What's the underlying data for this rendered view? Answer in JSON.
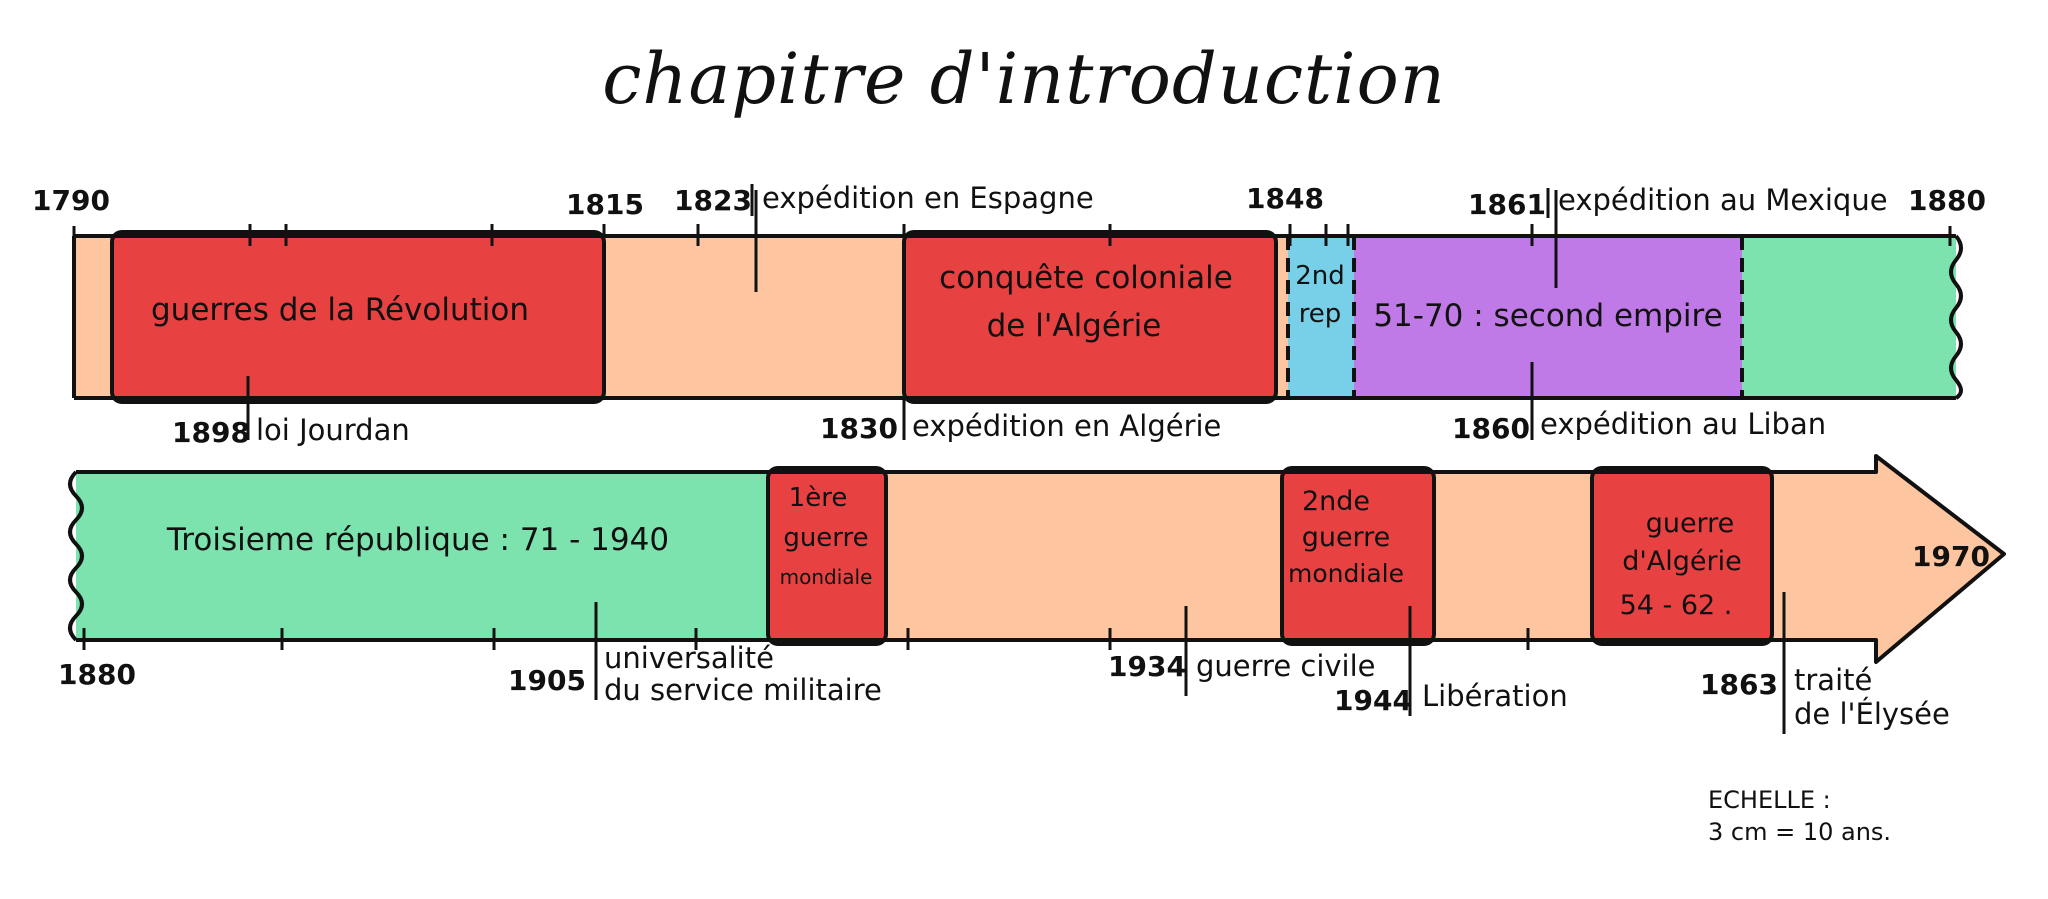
{
  "title": "chapitre d'introduction",
  "scale": {
    "line1": "ECHELLE :",
    "line2": "3 cm = 10 ans."
  },
  "colors": {
    "peach": "#fdc6a0",
    "red": "#e84141",
    "green": "#7de3ae",
    "blue": "#78cfe8",
    "purple": "#c07ae7",
    "outline": "#111111"
  },
  "timeline_top": {
    "start_label": "1790",
    "end_label": "1880",
    "blocks": [
      {
        "label_lines": [
          "guerres de la Révolution"
        ],
        "color": "red"
      },
      {
        "label_lines": [
          "conquête coloniale",
          "de l'Algérie"
        ],
        "color": "red"
      },
      {
        "label_lines": [
          "2nd",
          "rep"
        ],
        "color": "blue"
      },
      {
        "label_lines": [
          "51-70 : second empire"
        ],
        "color": "purple"
      }
    ],
    "events_above": [
      {
        "year": "1815",
        "text": ""
      },
      {
        "year": "1823",
        "text": "expédition en Espagne"
      },
      {
        "year": "1848",
        "text": ""
      },
      {
        "year": "1861",
        "text": "expédition au Mexique"
      }
    ],
    "events_below": [
      {
        "year": "1898",
        "text": "loi Jourdan"
      },
      {
        "year": "1830",
        "text": "expédition en Algérie"
      },
      {
        "year": "1860",
        "text": "expédition au Liban"
      }
    ]
  },
  "timeline_bottom": {
    "start_label": "1880",
    "end_label": "1970",
    "blocks": [
      {
        "label_lines": [
          "Troisieme république : 71 - 1940"
        ],
        "color": "green"
      },
      {
        "label_lines": [
          "1ère",
          "guerre",
          "mondiale"
        ],
        "color": "red"
      },
      {
        "label_lines": [
          "2nde",
          "guerre",
          "mondiale"
        ],
        "color": "red"
      },
      {
        "label_lines": [
          "guerre",
          "d'Algérie",
          "54 - 62 ."
        ],
        "color": "red"
      }
    ],
    "events_below": [
      {
        "year": "1905",
        "text_lines": [
          "universalité",
          "du service militaire"
        ]
      },
      {
        "year": "1934",
        "text_lines": [
          "guerre civile"
        ]
      },
      {
        "year": "1944",
        "text_lines": [
          "Libération"
        ]
      },
      {
        "year": "1863",
        "text_lines": [
          "traité",
          "de l'Élysée"
        ]
      }
    ]
  }
}
